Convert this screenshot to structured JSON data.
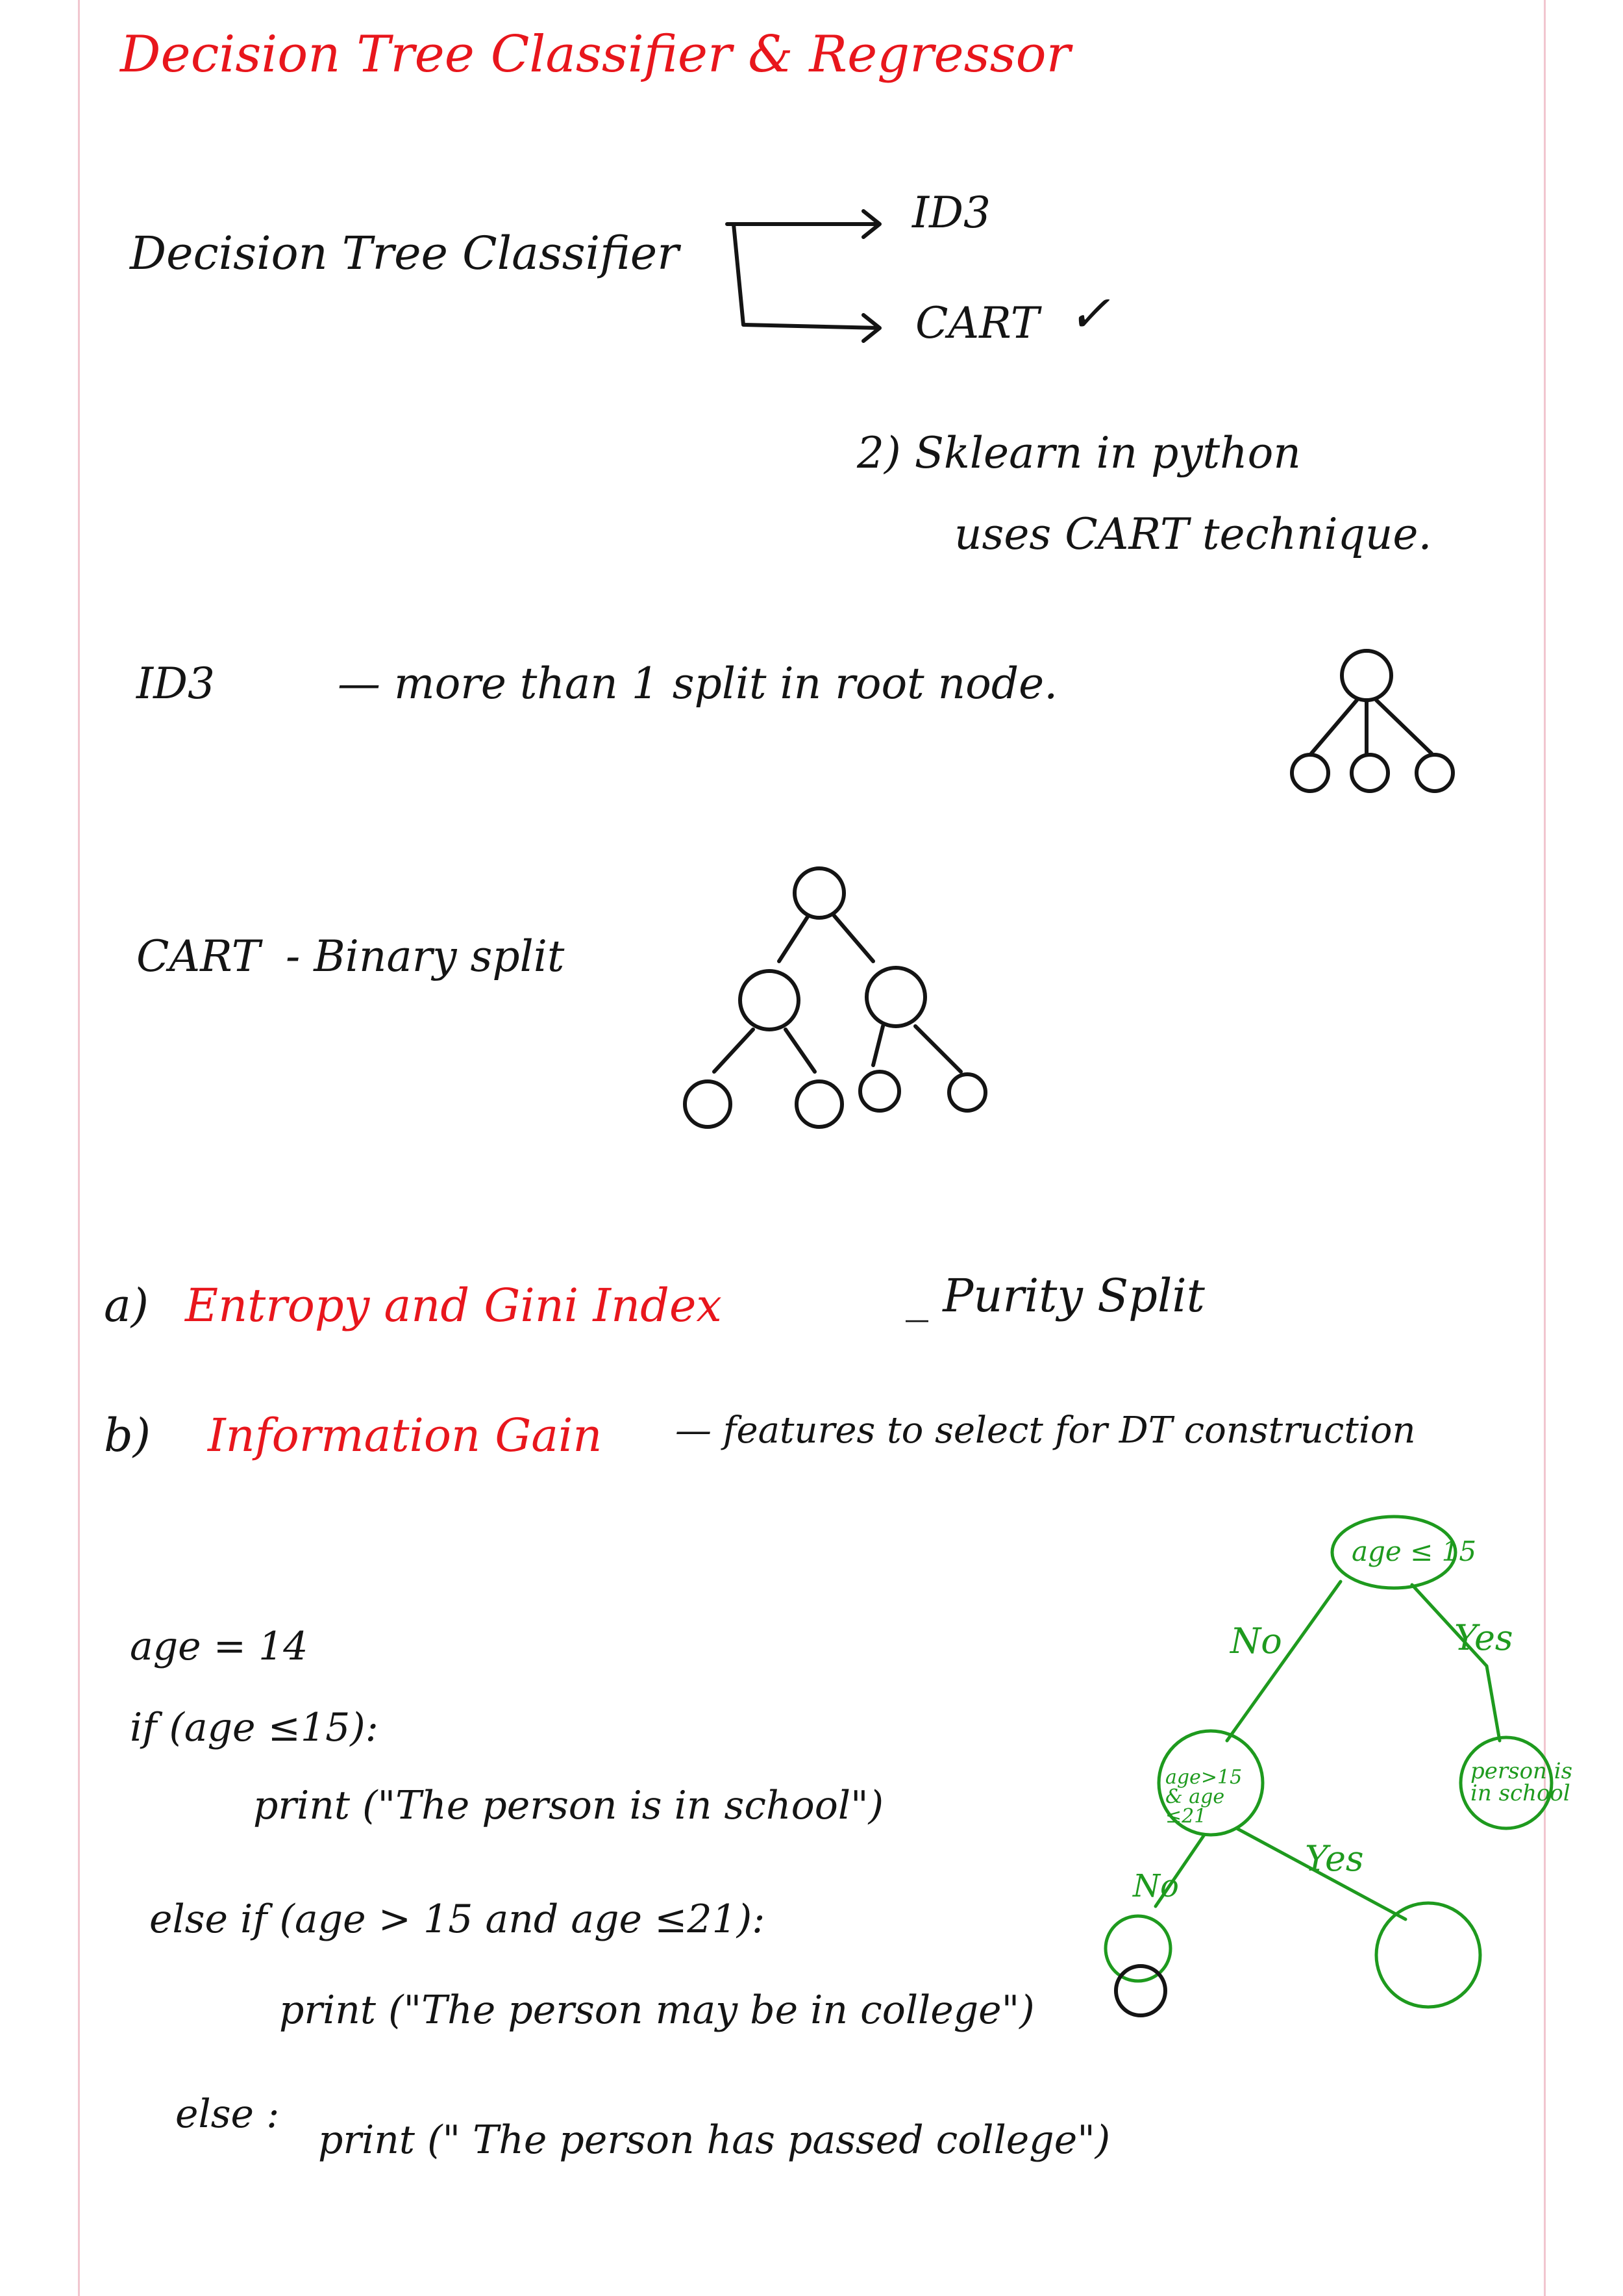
{
  "colors": {
    "accent": "#e8161c",
    "text": "#141414",
    "tree": "#1e9a1e"
  },
  "page": {
    "title": "Decision Tree Classifier & Regressor",
    "classifier": {
      "label": "Decision Tree Classifier",
      "branch_top": "ID3",
      "branch_bottom": "CART",
      "checkmark": "✓"
    },
    "sklearn": {
      "line1": "2) Sklearn in python",
      "line2": "uses CART technique."
    },
    "id3": {
      "label": "ID3",
      "desc": "— more than 1 split in root node."
    },
    "cart": {
      "label": "CART",
      "desc": "- Binary split"
    },
    "points": {
      "a": {
        "marker": "a)",
        "term": "Entropy and Gini Index",
        "desc": "_ Purity Split"
      },
      "b": {
        "marker": "b)",
        "term": "Information Gain",
        "desc": "— features to select for DT construction"
      }
    },
    "code": {
      "lines": [
        "age = 14",
        "if (age ≤15):",
        "print (\"The person is in school\")",
        "else if (age > 15 and age ≤21):",
        "print (\"The person may be in college\")",
        "else :",
        "print (\" The person has passed college\")"
      ]
    },
    "tree": {
      "root": "age ≤ 15",
      "left_edge": "No",
      "right_edge": "Yes",
      "left_node": "age>15 & age ≤21",
      "right_leaf": "person is in school",
      "left_child_edge_no": "No",
      "left_child_edge_yes": "Yes"
    }
  }
}
